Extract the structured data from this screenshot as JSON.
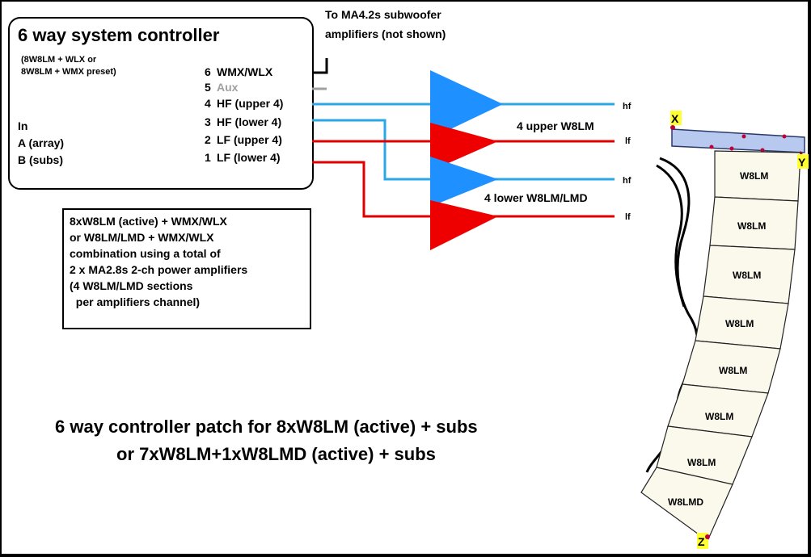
{
  "controller": {
    "title": "6 way system controller",
    "preset_line1": "(8W8LM + WLX or",
    "preset_line2": " 8W8LM + WMX preset)",
    "inputs": [
      "In",
      "A (array)",
      "B (subs)"
    ],
    "outputs": [
      {
        "num": "6",
        "label": "WMX/WLX"
      },
      {
        "num": "5",
        "label": "Aux"
      },
      {
        "num": "4",
        "label": "HF (upper 4)"
      },
      {
        "num": "3",
        "label": "HF (lower 4)"
      },
      {
        "num": "2",
        "label": "LF (upper 4)"
      },
      {
        "num": "1",
        "label": "LF (lower 4)"
      }
    ]
  },
  "sub_note": {
    "line1": "To MA4.2s subwoofer",
    "line2": "amplifiers (not shown)"
  },
  "amp_groups": [
    {
      "label": "4 upper W8LM",
      "hf": "hf",
      "lf": "lf"
    },
    {
      "label": "4 lower W8LM/LMD",
      "hf": "hf",
      "lf": "lf"
    }
  ],
  "info_box": [
    "8xW8LM (active) + WMX/WLX",
    "or W8LM/LMD + WMX/WLX",
    "combination using a total of",
    "2 x MA2.8s 2-ch power amplifiers",
    "(4 W8LM/LMD sections",
    "  per amplifiers channel)"
  ],
  "caption": {
    "line1": "6 way controller patch for 8xW8LM (active) + subs",
    "line2": "or 7xW8LM+1xW8LMD (active) + subs"
  },
  "array": {
    "points": [
      "X",
      "Y",
      "Z"
    ],
    "cabinets": [
      "W8LM",
      "W8LM",
      "W8LM",
      "W8LM",
      "W8LM",
      "W8LM",
      "W8LM",
      "W8LMD"
    ]
  },
  "colors": {
    "hf_line": "#2aa7e6",
    "lf_line": "#e00000",
    "hf_amp": "#1e90ff",
    "lf_amp": "#ee0000",
    "aux": "#a0a0a0",
    "flybar": "#b7c9ee",
    "cabinet": "#fbf9ec",
    "marker": "#ffff33"
  }
}
